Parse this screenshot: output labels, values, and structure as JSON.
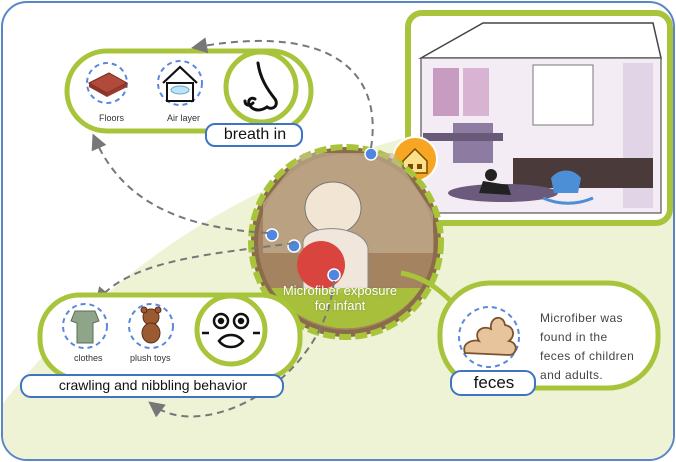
{
  "labels": {
    "floors": "Floors",
    "air_layer": "Air layer",
    "breath_in": "breath in",
    "center_line1": "Microfiber exposure",
    "center_line2": "for infant",
    "clothes": "clothes",
    "plush_toys": "plush toys",
    "crawling": "crawling and nibbling behavior",
    "feces": "feces",
    "feces_description": "Microfiber was found in the feces of children and adults."
  },
  "icons": [
    "floor-tile-icon",
    "air-layer-house-icon",
    "nose-icon",
    "house-badge-icon",
    "clothes-icon",
    "plush-toy-icon",
    "nibbling-face-icon",
    "feces-icon",
    "infant-photo",
    "room-illustration"
  ],
  "colors": {
    "border_blue": "#5a86c8",
    "accent_green": "#a8c43a",
    "panel_green_bg": "#eef3d6",
    "dashed_blue": "#5b88dd",
    "node_blue": "#4f86e0",
    "badge_orange": "#f6a623"
  }
}
